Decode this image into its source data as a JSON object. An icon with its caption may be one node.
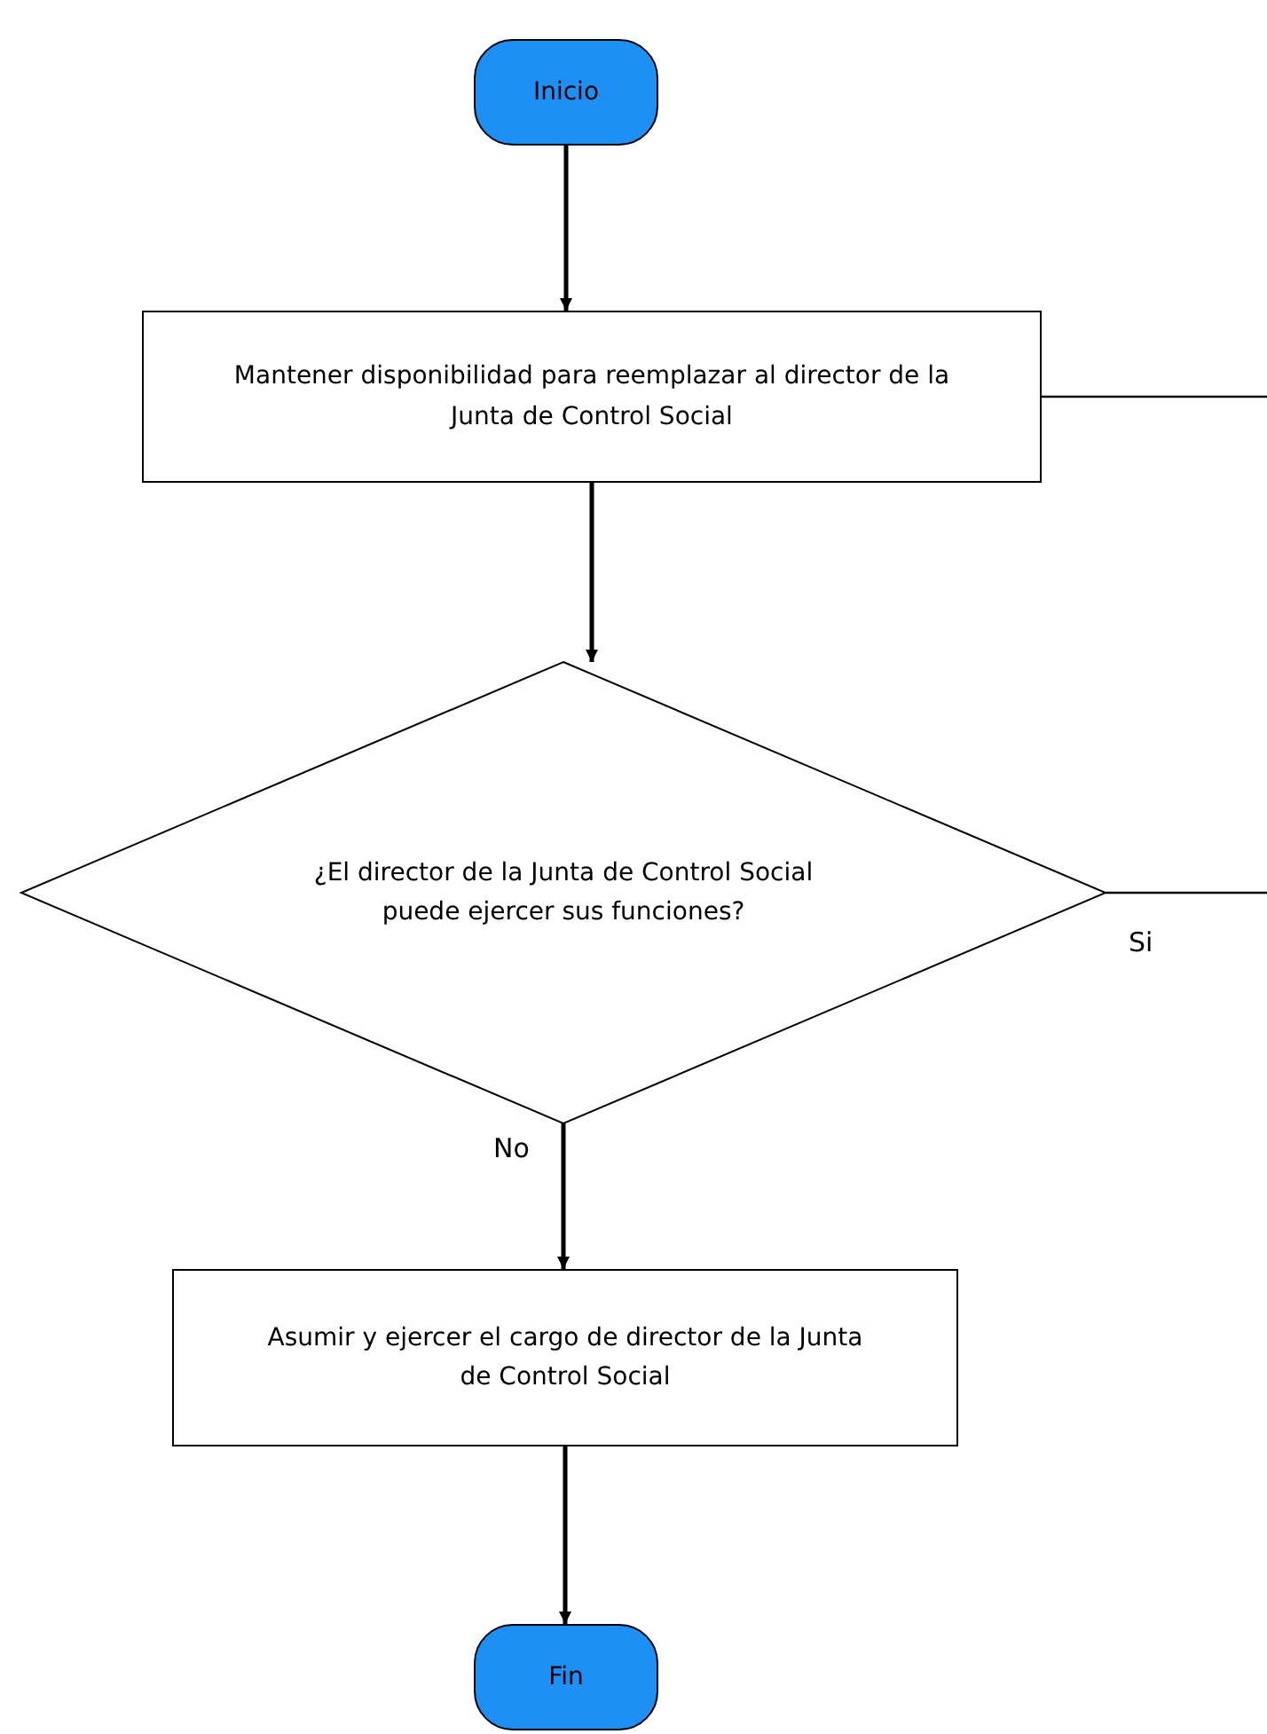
{
  "diagram": {
    "nodes": [
      {
        "text": [
          "Inicio"
        ]
      },
      {
        "text": [
          "Mantener disponibilidad para reemplazar al director de la Junta de Control Social"
        ]
      },
      {
        "text": [
          "¿El director de la Junta de Control Social puede ejercer sus funciones?"
        ]
      },
      {
        "text": [
          "Asumir y ejercer el cargo de director de la Junta de Control Social"
        ]
      },
      {
        "text": [
          "Fin"
        ]
      }
    ],
    "edges": [
      {
        "from": 0,
        "to": 1,
        "arrow": "to"
      },
      {
        "from": 1,
        "to": 2,
        "arrow": "to"
      },
      {
        "from": 2,
        "to": 3,
        "arrow": "to",
        "label": "No"
      },
      {
        "from": 3,
        "to": 4,
        "arrow": "to"
      },
      {
        "from": 1,
        "to": null,
        "arrow": "none"
      },
      {
        "from": 2,
        "to": null,
        "arrow": "none",
        "label": "Si"
      }
    ]
  }
}
